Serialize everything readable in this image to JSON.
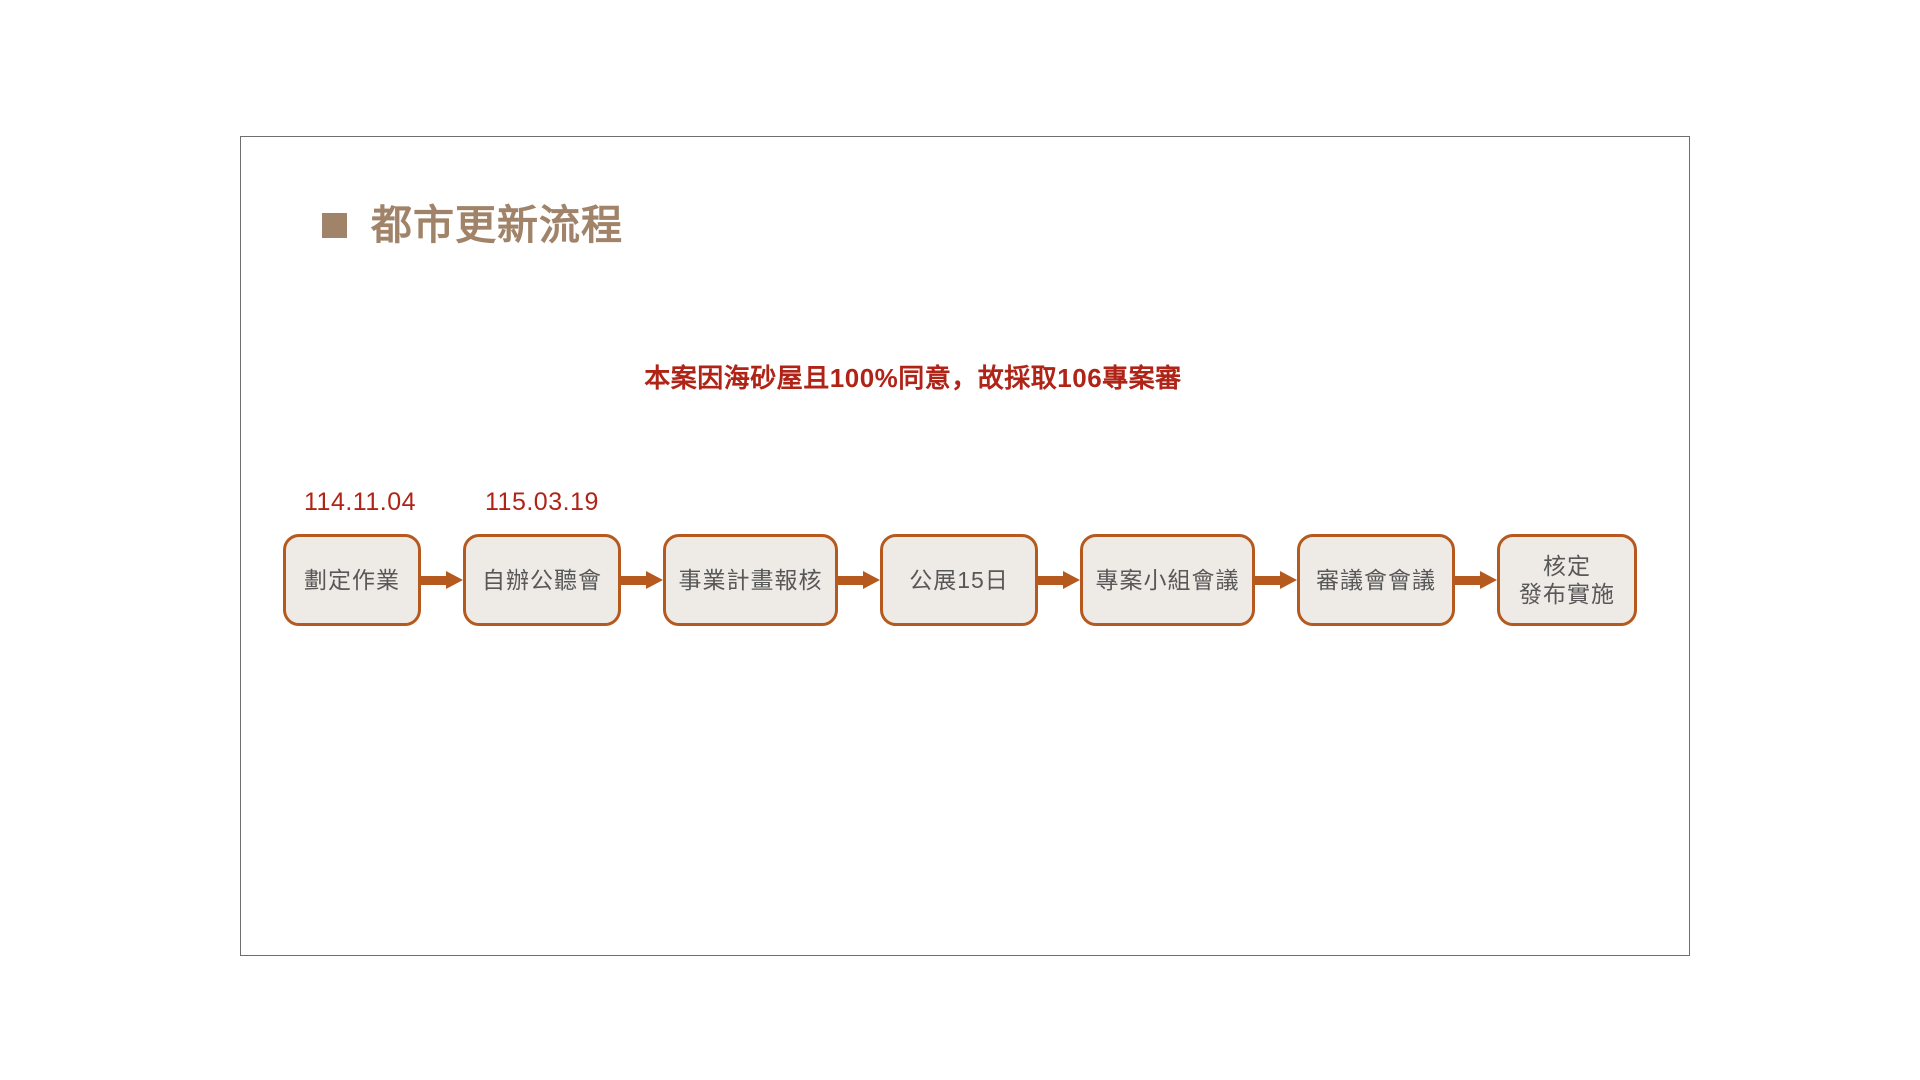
{
  "slide": {
    "title": "都市更新流程",
    "title_bullet_icon": "square-bullet-icon",
    "title_color": "#A08368",
    "note": "本案因海砂屋且100%同意，故採取106專案審",
    "note_color": "#B02418",
    "frame_border_color": "#6E6E6E",
    "background_color": "#FFFFFF"
  },
  "flow": {
    "node_fill_color": "#EEEBE6",
    "node_border_color": "#B5591F",
    "node_text_color": "#585858",
    "arrow_color": "#B5591F",
    "nodes": [
      {
        "label": "劃定作業"
      },
      {
        "label": "自辦公聽會"
      },
      {
        "label": "事業計畫報核"
      },
      {
        "label": "公展15日"
      },
      {
        "label": "專案小組會議"
      },
      {
        "label": "審議會會議"
      },
      {
        "label": "核定\n發布實施"
      }
    ],
    "dates": [
      {
        "value": "114.11.04"
      },
      {
        "value": "115.03.19"
      }
    ]
  }
}
